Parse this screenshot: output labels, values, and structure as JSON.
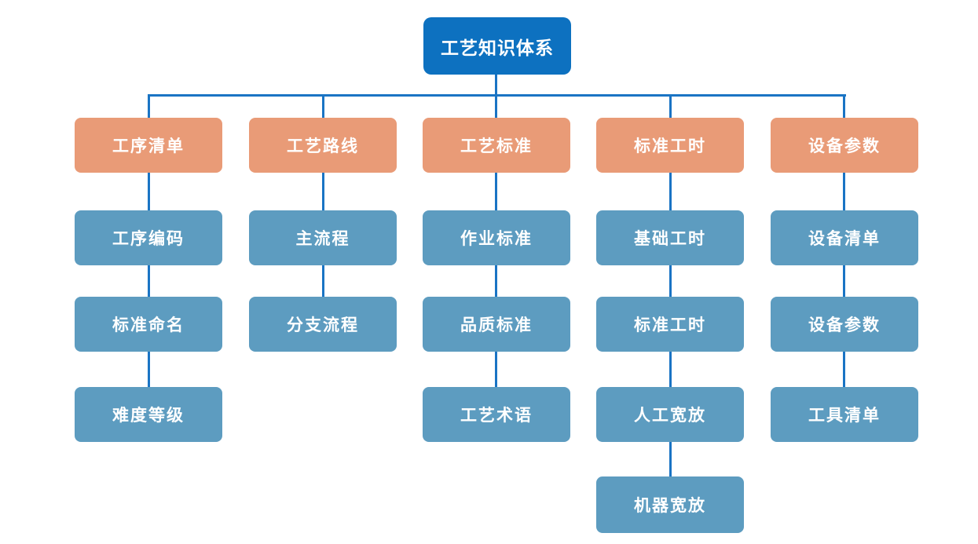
{
  "diagram_title": "工艺知识体系",
  "colors": {
    "root_blue": "#0d71c0",
    "branch_orange": "#e99b77",
    "child_blue": "#5d9cc0",
    "line_blue": "#1a74c4",
    "text_white": "#ffffff",
    "background": "#ffffff"
  },
  "tree": {
    "root": {
      "label": "工艺知识体系"
    },
    "columns": [
      {
        "header": "工序清单",
        "children": [
          "工序编码",
          "标准命名",
          "难度等级"
        ]
      },
      {
        "header": "工艺路线",
        "children": [
          "主流程",
          "分支流程"
        ]
      },
      {
        "header": "工艺标准",
        "children": [
          "作业标准",
          "品质标准",
          "工艺术语"
        ]
      },
      {
        "header": "标准工时",
        "children": [
          "基础工时",
          "标准工时",
          "人工宽放",
          "机器宽放"
        ]
      },
      {
        "header": "设备参数",
        "children": [
          "设备清单",
          "设备参数",
          "工具清单"
        ]
      }
    ]
  }
}
